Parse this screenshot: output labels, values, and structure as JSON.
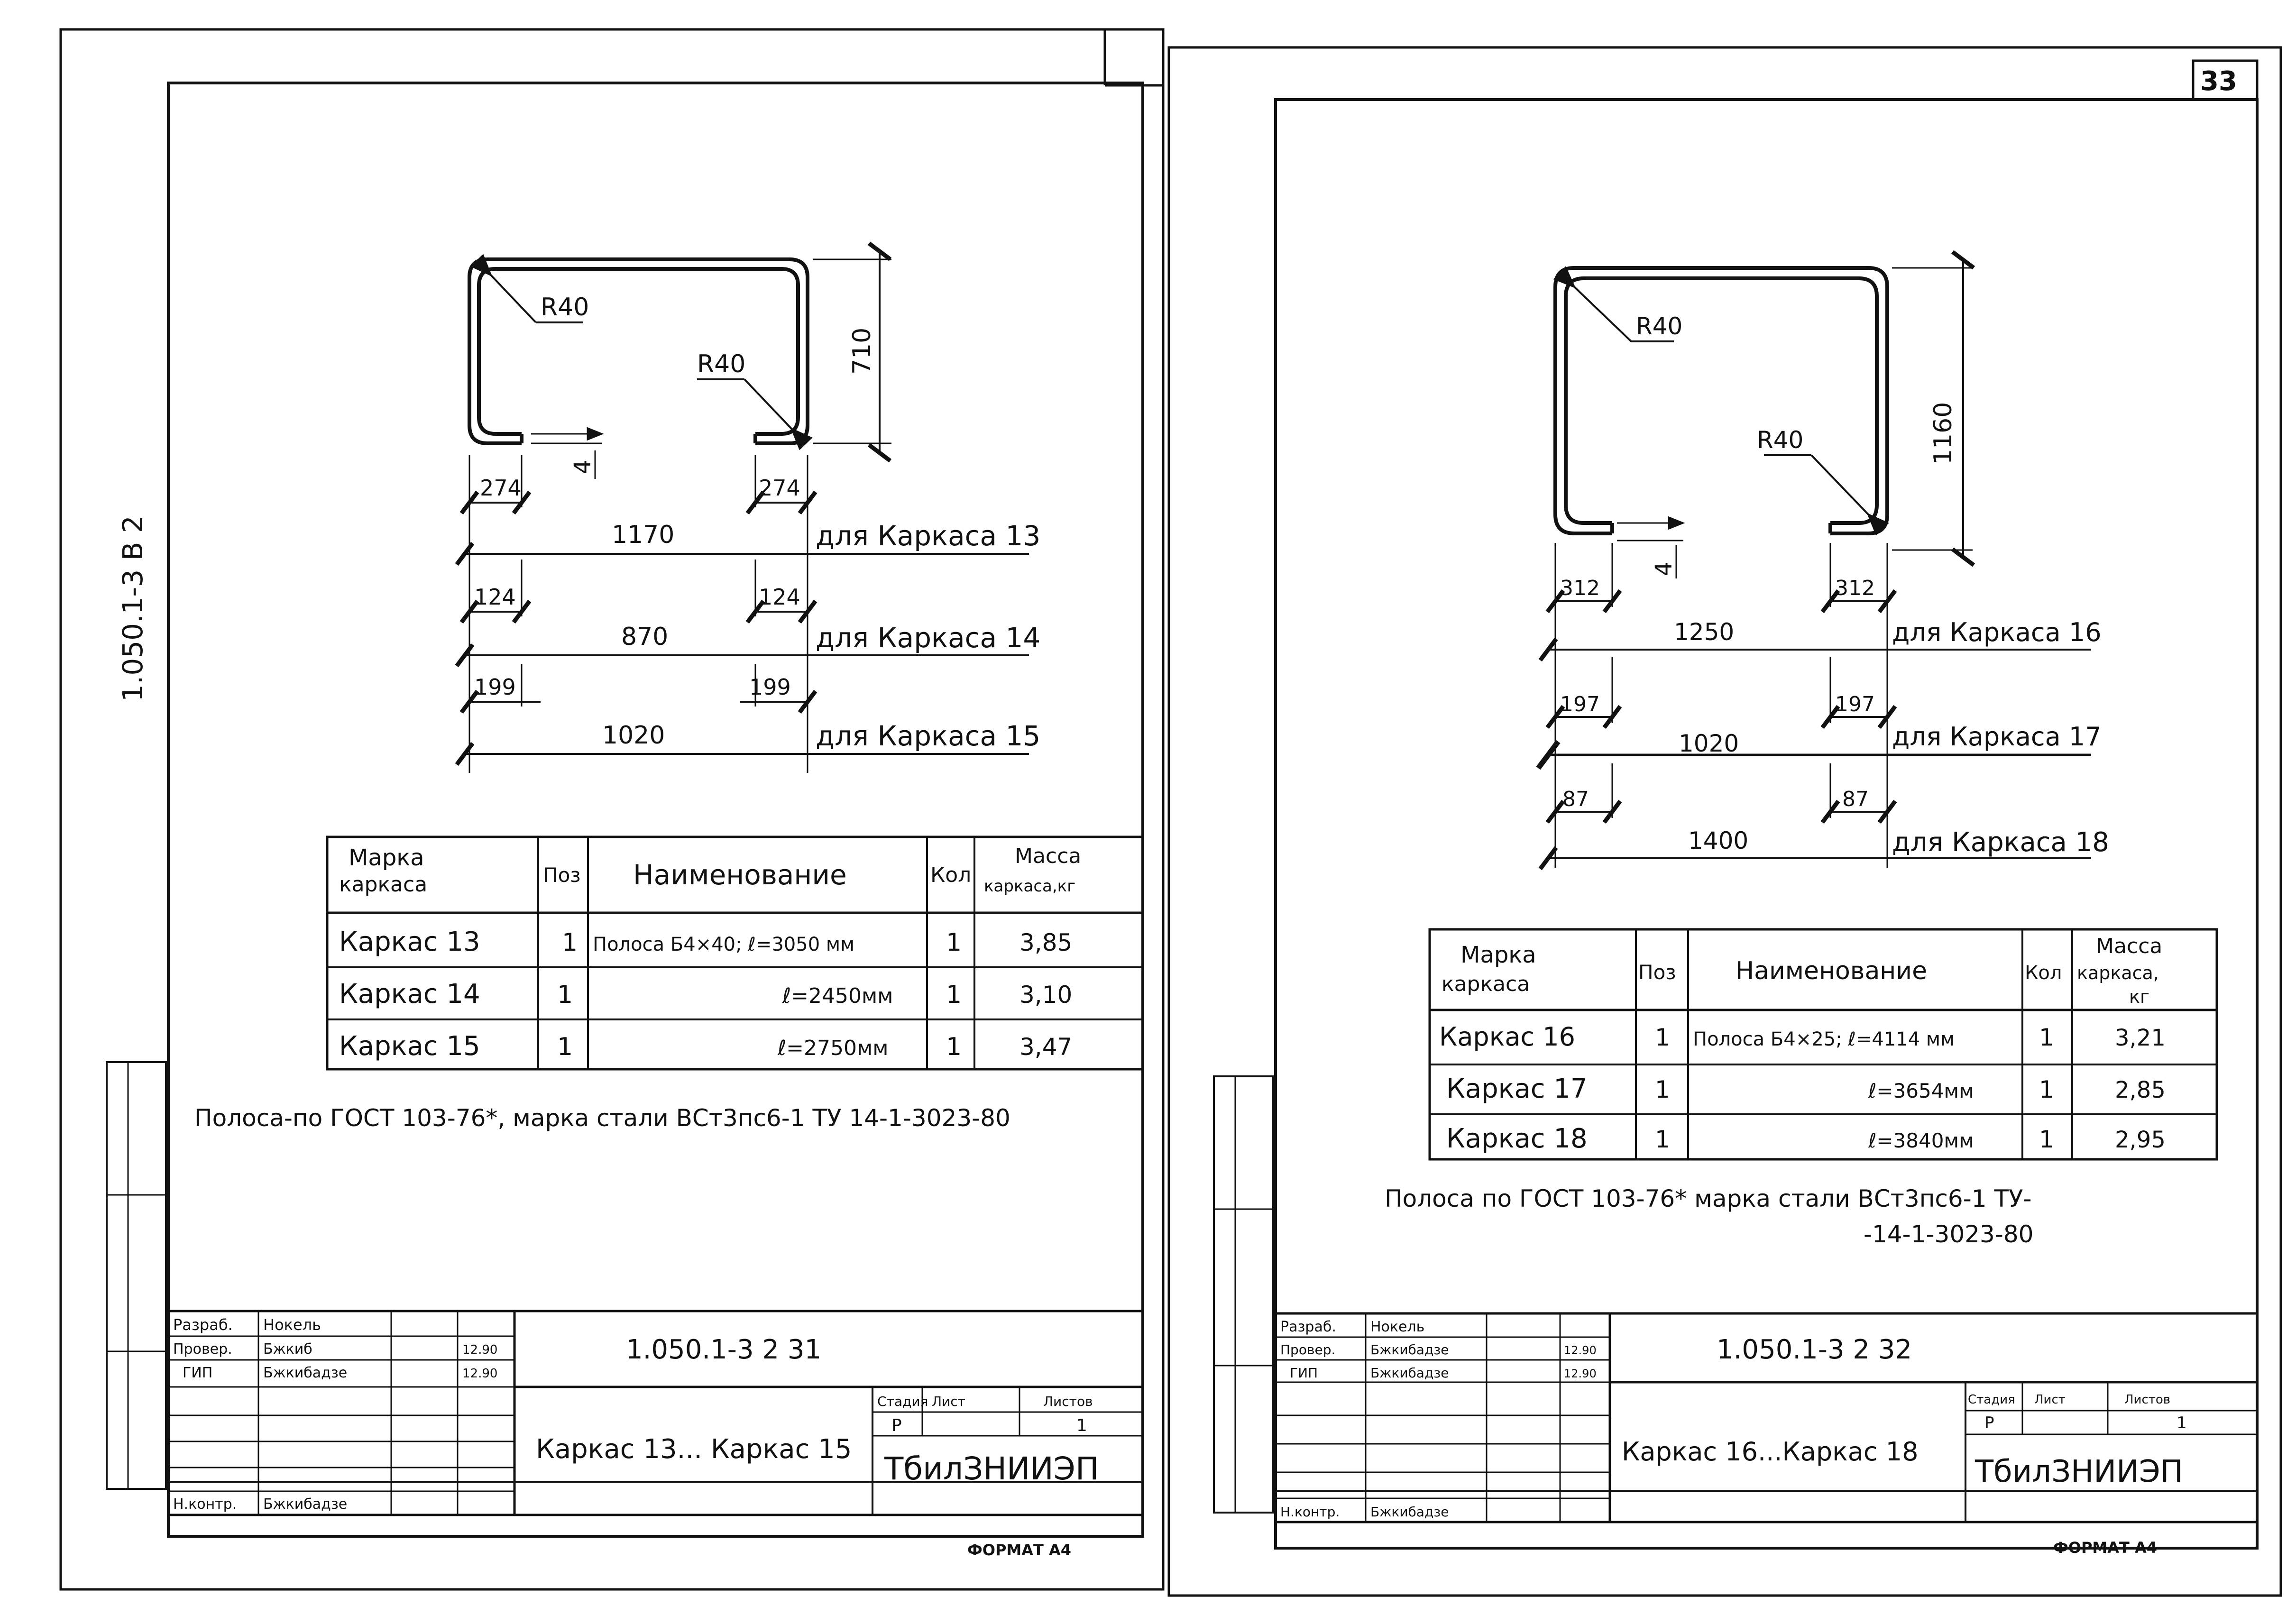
{
  "left": {
    "side_code": "1.050.1-3 В 2",
    "dims": {
      "r_top": "R40",
      "r_mid": "R40",
      "height": "710",
      "gap": "4",
      "d1_left": "274",
      "d1_right": "274",
      "d1_total": "1170",
      "d1_label": "для Каркаса 13",
      "d2_left": "124",
      "d2_right": "124",
      "d2_total": "870",
      "d2_label": "для Каркаса 14",
      "d3_left": "199",
      "d3_right": "199",
      "d3_total": "1020",
      "d3_label": "для Каркаса 15"
    },
    "table": {
      "h_mark": [
        "Марка",
        "каркаса"
      ],
      "h_pos": "Поз",
      "h_name": "Наименование",
      "h_qty": "Кол",
      "h_mass": [
        "Масса",
        "каркаса,кг"
      ],
      "rows": [
        {
          "mark": "Каркас 13",
          "pos": "1",
          "name": "Полоса Б4×40; ℓ=3050 мм",
          "qty": "1",
          "mass": "3,85"
        },
        {
          "mark": "Каркас 14",
          "pos": "1",
          "name": "ℓ=2450мм",
          "qty": "1",
          "mass": "3,10"
        },
        {
          "mark": "Каркас 15",
          "pos": "1",
          "name": "ℓ=2750мм",
          "qty": "1",
          "mass": "3,47"
        }
      ]
    },
    "note": "Полоса-по ГОСТ 103-76*, марка стали ВСт3пс6-1 ТУ 14-1-3023-80",
    "stamp": {
      "code": "1.050.1-3 2 31",
      "title": "Каркас 13... Каркас 15",
      "org": "ТбилЗНИИЭП",
      "stage_h": "Стадия",
      "sheet_h": "Лист",
      "sheets_h": "Листов",
      "stage": "Р",
      "sheets": "1",
      "rows": [
        {
          "role": "Разраб.",
          "name": "Нокель"
        },
        {
          "role": "Провер.",
          "name": "Бжкиб"
        },
        {
          "role": "ГИП",
          "name": "Бжкибадзе"
        },
        {
          "role": "Н.контр.",
          "name": "Бжкибадзе"
        }
      ],
      "date1": "12.90",
      "date2": "12.90"
    },
    "format": "ФОРМАТ А4"
  },
  "right": {
    "page_no": "33",
    "dims": {
      "r_top": "R40",
      "r_mid": "R40",
      "height": "1160",
      "gap": "4",
      "d1_left": "312",
      "d1_right": "312",
      "d1_total": "1250",
      "d1_label": "для Каркаса 16",
      "d2_left": "197",
      "d2_right": "197",
      "d2_total": "1020",
      "d2_label": "для Каркаса 17",
      "d3_left": "87",
      "d3_right": "87",
      "d3_total": "1400",
      "d3_label": "для Каркаса 18"
    },
    "table": {
      "h_mark": [
        "Марка",
        "каркаса"
      ],
      "h_pos": "Поз",
      "h_name": "Наименование",
      "h_qty": "Кол",
      "h_mass": [
        "Масса",
        "каркаса,",
        "кг"
      ],
      "rows": [
        {
          "mark": "Каркас 16",
          "pos": "1",
          "name": "Полоса Б4×25; ℓ=4114 мм",
          "qty": "1",
          "mass": "3,21"
        },
        {
          "mark": "Каркас 17",
          "pos": "1",
          "name": "ℓ=3654мм",
          "qty": "1",
          "mass": "2,85"
        },
        {
          "mark": "Каркас 18",
          "pos": "1",
          "name": "ℓ=3840мм",
          "qty": "1",
          "mass": "2,95"
        }
      ]
    },
    "note1": "Полоса по ГОСТ 103-76* марка стали ВСт3пс6-1 ТУ-",
    "note2": "-14-1-3023-80",
    "stamp": {
      "code": "1.050.1-3 2 32",
      "title": "Каркас 16...Каркас 18",
      "org": "ТбилЗНИИЭП",
      "stage_h": "Стадия",
      "sheet_h": "Лист",
      "sheets_h": "Листов",
      "stage": "Р",
      "sheets": "1",
      "rows": [
        {
          "role": "Разраб.",
          "name": "Нокель"
        },
        {
          "role": "Провер.",
          "name": "Бжкибадзе"
        },
        {
          "role": "ГИП",
          "name": "Бжкибадзе"
        },
        {
          "role": "Н.контр.",
          "name": "Бжкибадзе"
        }
      ],
      "date1": "12.90",
      "date2": "12.90"
    },
    "format": "ФОРМАТ А4"
  }
}
